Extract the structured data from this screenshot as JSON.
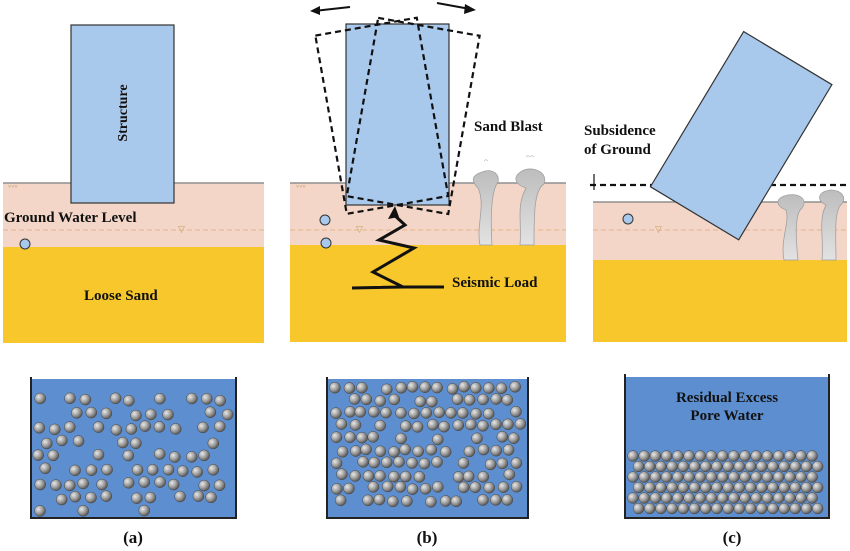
{
  "panels": [
    {
      "caption": "(a)",
      "structure_label": "Structure",
      "ground_water_label": "Ground Water Level",
      "soil_label": "Loose Sand",
      "container_note": ""
    },
    {
      "caption": "(b)",
      "sand_blast_label": "Sand Blast",
      "seismic_label": "Seismic Load",
      "container_note": ""
    },
    {
      "caption": "(c)",
      "subsidence_label_line1": "Subsidence",
      "subsidence_label_line2": "of Ground",
      "container_note_line1": "Residual Excess",
      "container_note_line2": "Pore Water"
    }
  ],
  "colors": {
    "soil_upper": "#f3d6c8",
    "sand": "#f7c72c",
    "structure": "#a8c8ec",
    "water_box": "#5d8fd0",
    "grain": "#8a8a8a",
    "ground_line": "#8f8f8f",
    "dashed_line": "#111111"
  }
}
